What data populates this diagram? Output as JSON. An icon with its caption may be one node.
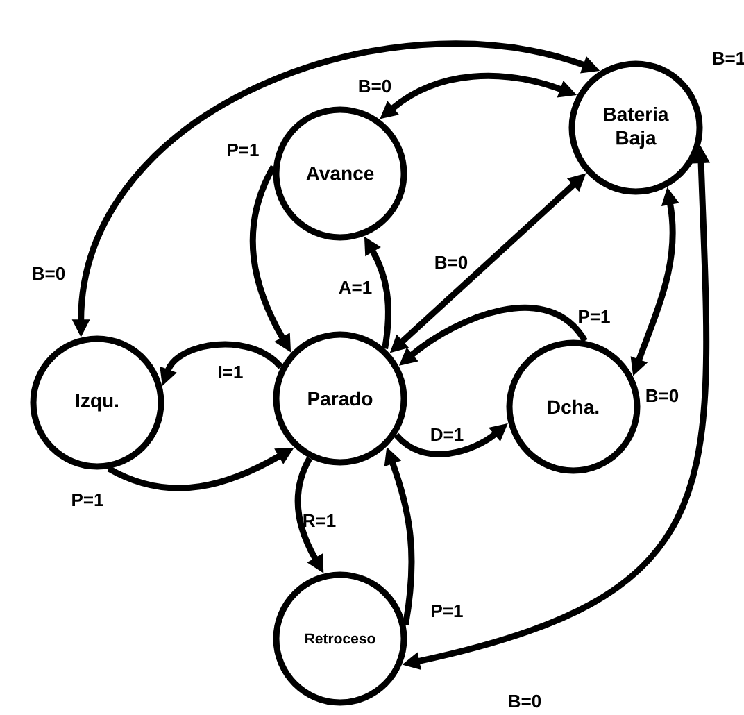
{
  "diagram": {
    "nodes": [
      {
        "text": [
          "Avance"
        ]
      },
      {
        "text": [
          "Bateria Baja"
        ]
      },
      {
        "text": [
          "Izqu."
        ]
      },
      {
        "text": [
          "Parado"
        ]
      },
      {
        "text": [
          "Dcha."
        ]
      },
      {
        "text": [
          "Retroceso"
        ]
      }
    ],
    "edges": [
      {
        "from": 0,
        "to": 1,
        "arrow": "both",
        "label": "B=0"
      },
      {
        "from": 1,
        "to": 2,
        "arrow": "both",
        "label": "B=0"
      },
      {
        "from": 0,
        "to": 3,
        "arrow": "to",
        "label": "P=1"
      },
      {
        "from": 3,
        "to": 0,
        "arrow": "to",
        "label": "A=1"
      },
      {
        "from": 3,
        "to": 1,
        "arrow": "both",
        "label": "B=0"
      },
      {
        "from": 4,
        "to": 3,
        "arrow": "to",
        "label": "P=1"
      },
      {
        "from": 1,
        "to": 4,
        "arrow": "both",
        "label": "B=0"
      },
      {
        "from": 3,
        "to": 2,
        "arrow": "to",
        "label": "I=1"
      },
      {
        "from": 2,
        "to": 3,
        "arrow": "to",
        "label": "P=1"
      },
      {
        "from": 3,
        "to": 4,
        "arrow": "to",
        "label": "D=1"
      },
      {
        "from": 3,
        "to": 5,
        "arrow": "to",
        "label": "R=1"
      },
      {
        "from": 5,
        "to": 3,
        "arrow": "to",
        "label": "P=1"
      },
      {
        "from": 5,
        "to": 1,
        "arrow": "both",
        "label": "B=0"
      }
    ],
    "labels": [
      "B=1"
    ]
  }
}
